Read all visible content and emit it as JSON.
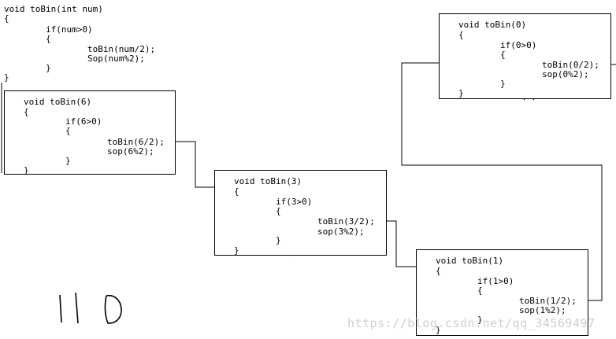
{
  "definition": {
    "lines": [
      "void toBin(int num)",
      "{",
      "if(num>0)",
      "{",
      "toBin(num/2);",
      "Sop(num%2);",
      "}",
      "}"
    ]
  },
  "frames": [
    {
      "id": "call-6",
      "lines": [
        "void toBin(6)",
        "{",
        "if(6>0)",
        "{",
        "toBin(6/2);",
        "sop(6%2);",
        "}",
        "}"
      ]
    },
    {
      "id": "call-3",
      "lines": [
        "void toBin(3)",
        "{",
        "if(3>0)",
        "{",
        "toBin(3/2);",
        "sop(3%2);",
        "}",
        "}"
      ]
    },
    {
      "id": "call-1",
      "lines": [
        "void toBin(1)",
        "{",
        "if(1>0)",
        "{",
        "toBin(1/2);",
        "sop(1%2);",
        "}",
        "}"
      ]
    },
    {
      "id": "call-0",
      "lines": [
        "void toBin(0)",
        "{",
        "if(0>0)",
        "{",
        "toBin(0/2);",
        "sop(0%2);",
        "}",
        "}"
      ]
    }
  ],
  "annotation": "110",
  "watermark": "https://blog.csdn.net/qq_34569497"
}
